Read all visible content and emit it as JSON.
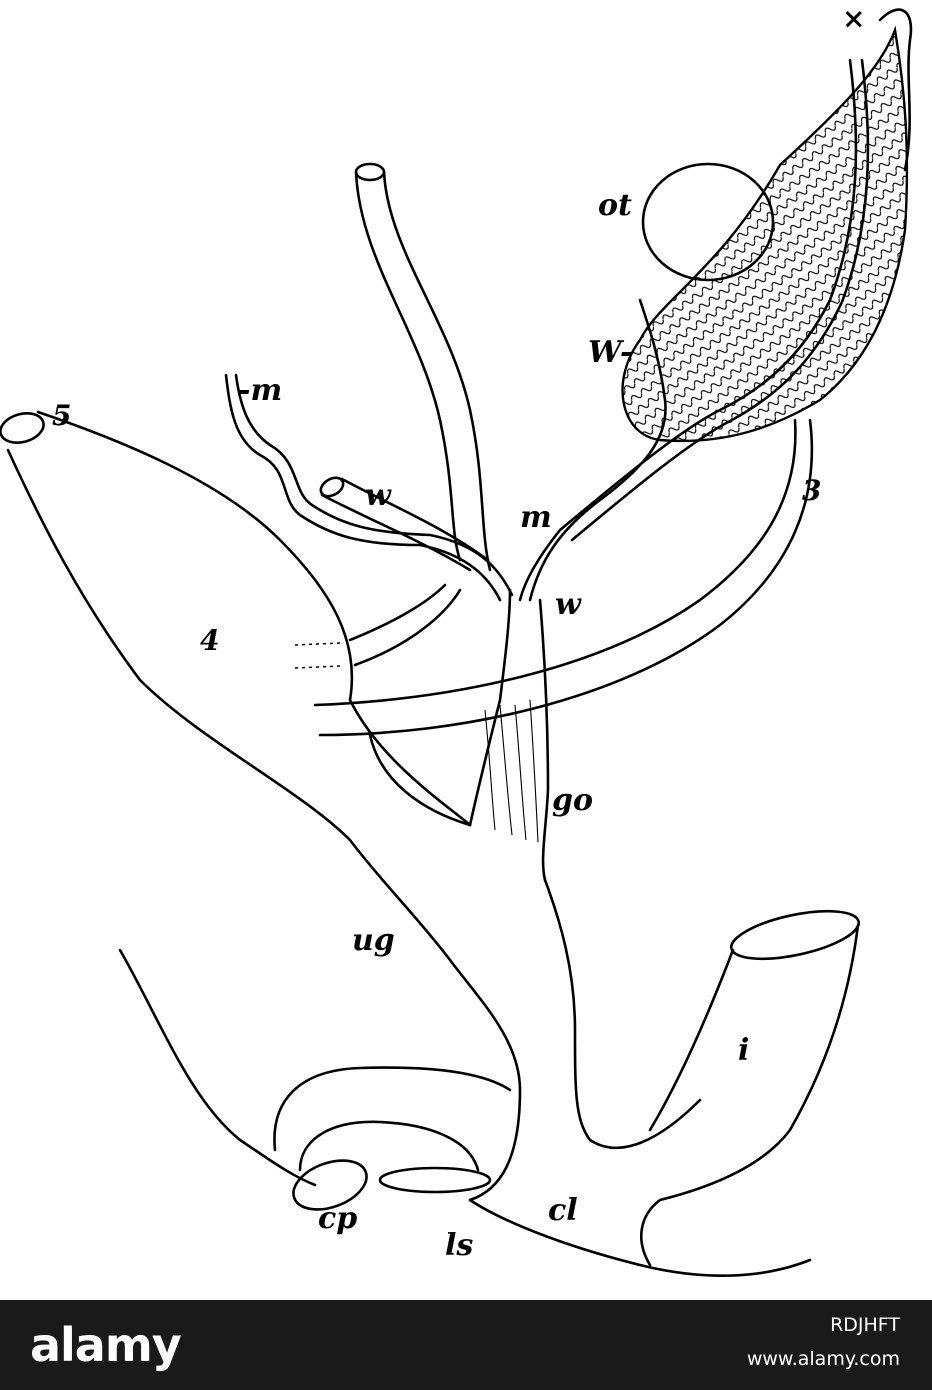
{
  "figure": {
    "labels": {
      "x": "×",
      "ot": "ot",
      "w_upper": "W-",
      "m_left": "-m",
      "n5": "5",
      "w_mid": "w",
      "m_mid": "m",
      "n3": "3",
      "n4": "4",
      "w_right": "w",
      "go": "go",
      "ug": "ug",
      "i": "i",
      "cp": "cp",
      "ls": "ls",
      "cl": "cl"
    }
  },
  "footer": {
    "logo": "alamy",
    "stock_id": "RDJHFT",
    "site": "www.alamy.com",
    "background": "#1a1a1a",
    "text_color": "#ffffff"
  }
}
